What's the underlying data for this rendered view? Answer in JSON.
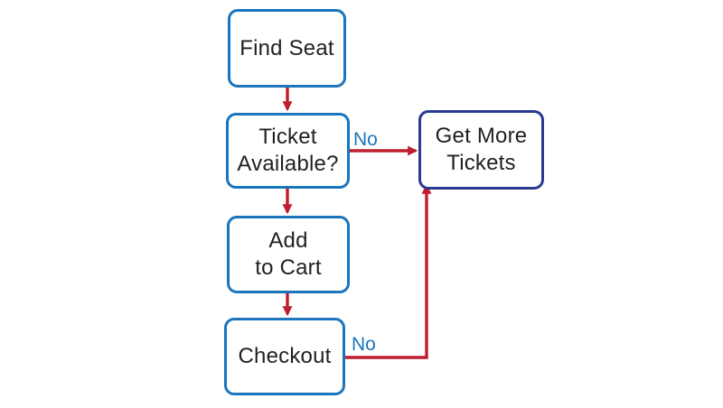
{
  "diagram": {
    "title": "ticket-purchase-flowchart",
    "nodes": [
      {
        "id": "find-seat",
        "lines": [
          "Find Seat"
        ]
      },
      {
        "id": "ticket-available",
        "lines": [
          "Ticket",
          "Available?"
        ]
      },
      {
        "id": "add-to-cart",
        "lines": [
          "Add",
          "to Cart"
        ]
      },
      {
        "id": "checkout",
        "lines": [
          "Checkout"
        ]
      },
      {
        "id": "get-more-tickets",
        "lines": [
          "Get More",
          "Tickets"
        ]
      }
    ],
    "edges": [
      {
        "from": "Find Seat",
        "to": "Ticket Available?",
        "label": ""
      },
      {
        "from": "Ticket Available?",
        "to": "Get More Tickets",
        "label": "No"
      },
      {
        "from": "Ticket Available?",
        "to": "Add to Cart",
        "label": ""
      },
      {
        "from": "Add to Cart",
        "to": "Checkout",
        "label": ""
      },
      {
        "from": "Checkout",
        "to": "Get More Tickets",
        "label": "No"
      }
    ],
    "colors": {
      "box_border": "#1b75bc",
      "end_box_border": "#2b3990",
      "arrow": "#be1e2d",
      "label": "#1b75bc",
      "text": "#231f20",
      "background": "#ffffff"
    }
  }
}
